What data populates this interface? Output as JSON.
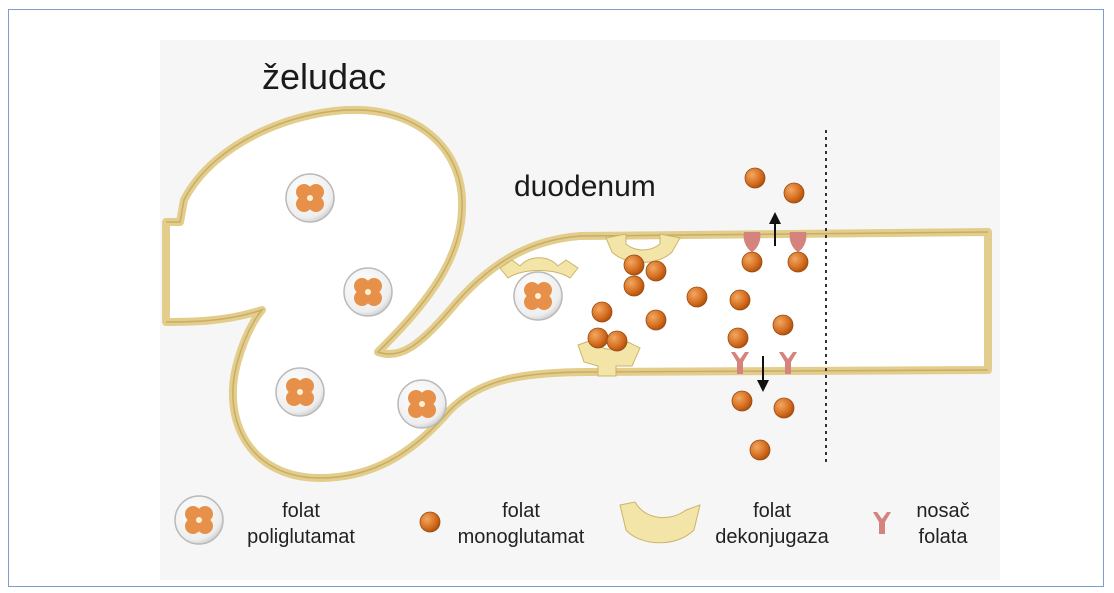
{
  "labels": {
    "stomach": "želudac",
    "duodenum": "duodenum"
  },
  "legend": [
    {
      "icon": "polyglutamate-icon",
      "line1": "folat",
      "line2": "poliglutamat"
    },
    {
      "icon": "monoglutamate-icon",
      "line1": "folat",
      "line2": "monoglutamat"
    },
    {
      "icon": "deconjugase-icon",
      "line1": "folat",
      "line2": "dekonjugaza"
    },
    {
      "icon": "carrier-icon",
      "line1": "nosač",
      "line2": "folata"
    }
  ],
  "colors": {
    "membrane": "#e8d39a",
    "membrane_stroke": "#cbb06a",
    "mono_fill": "#d6731f",
    "poly_fill": "#e89a55",
    "enzyme": "#f3e4a8",
    "carrier": "#d4847c",
    "frame_border": "#7f9ccc"
  }
}
